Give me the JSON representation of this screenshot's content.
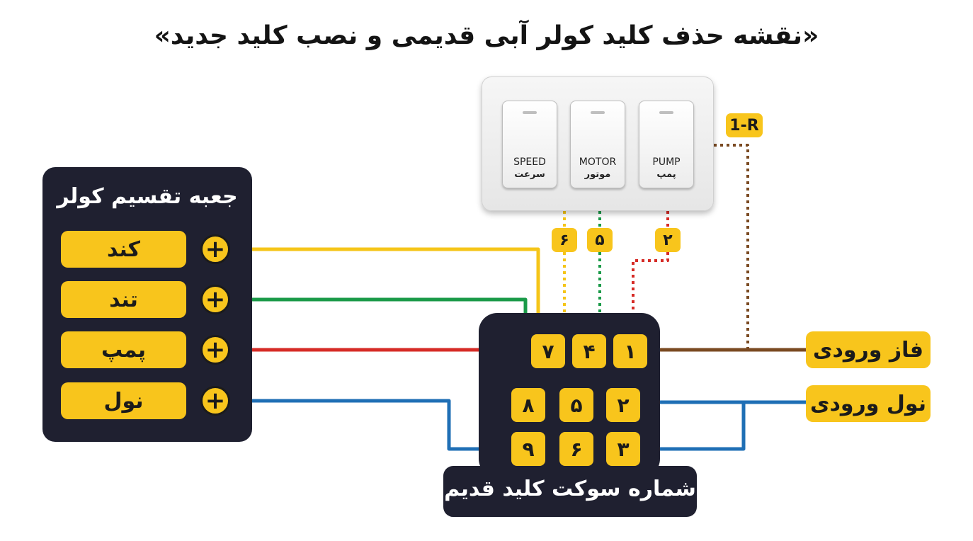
{
  "title": "«نقشه حذف کلید کولر آبی قدیمی و نصب کلید جدید»",
  "distribution_box": {
    "title": "جعبه تقسیم کولر",
    "terminals": [
      {
        "label": "کند",
        "symbol": "+"
      },
      {
        "label": "تند",
        "symbol": "+"
      },
      {
        "label": "پمپ",
        "symbol": "+"
      },
      {
        "label": "نول",
        "symbol": "+"
      }
    ]
  },
  "switch_plate": {
    "keys": [
      {
        "en": "SPEED",
        "fa": "سرعت"
      },
      {
        "en": "MOTOR",
        "fa": "موتور"
      },
      {
        "en": "PUMP",
        "fa": "پمپ"
      }
    ],
    "terminal_tags": [
      "۶",
      "۵",
      "۲"
    ],
    "r_tag": "1-R"
  },
  "old_socket": {
    "title": "شماره سوکت کلید قدیم",
    "numbers": [
      "۷",
      "۴",
      "۱",
      "۸",
      "۵",
      "۲",
      "۹",
      "۶",
      "۳"
    ]
  },
  "inputs": {
    "phase": "فاز ورودی",
    "neutral": "نول ورودی"
  },
  "colors": {
    "yellow": "#f5c518",
    "green": "#1a9a48",
    "red": "#d62b26",
    "blue": "#1f6fb5",
    "brown": "#7a4a22",
    "panel": "#1f2030",
    "accent": "#f8c51c"
  }
}
